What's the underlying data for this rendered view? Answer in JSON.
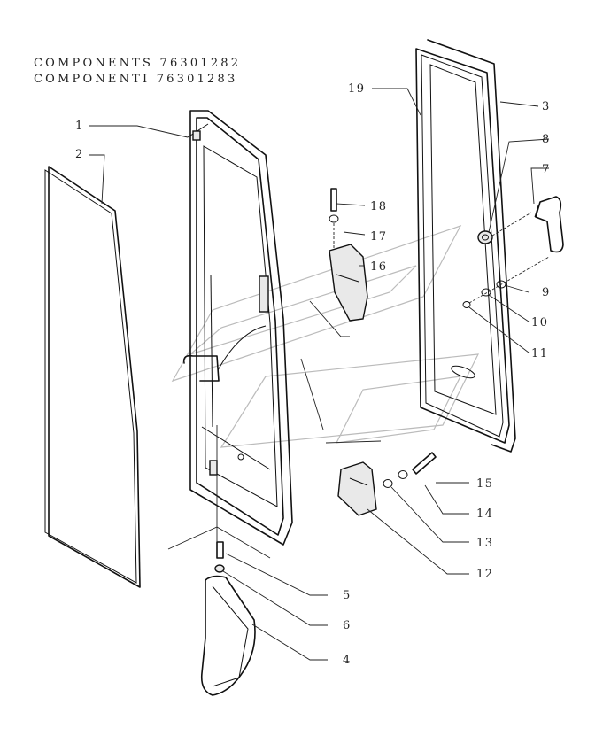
{
  "header": {
    "line1": "COMPONENTS 76301282",
    "line2": "COMPONENTI 76301283"
  },
  "callouts": [
    "1",
    "2",
    "3",
    "4",
    "5",
    "6",
    "7",
    "8",
    "9",
    "10",
    "11",
    "12",
    "13",
    "14",
    "15",
    "16",
    "17",
    "18",
    "19"
  ]
}
